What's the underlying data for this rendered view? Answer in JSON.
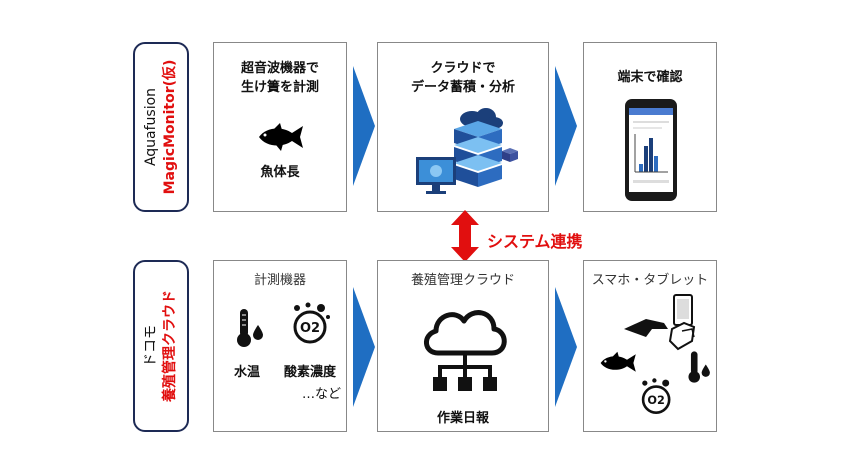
{
  "labels": {
    "aquafusion": {
      "line1": "Aquafusion",
      "line2": "MagicMonitor(仮)"
    },
    "docomo": {
      "line1": "ドコモ",
      "line2": "養殖管理クラウド"
    }
  },
  "top_row": {
    "box1": {
      "title_line1": "超音波機器で",
      "title_line2": "生け簀を計測",
      "caption": "魚体長"
    },
    "box2": {
      "title_line1": "クラウドで",
      "title_line2": "データ蓄積・分析"
    },
    "box3": {
      "title": "端末で確認"
    }
  },
  "link": {
    "label": "システム連携"
  },
  "bottom_row": {
    "box1": {
      "title": "計測機器",
      "item1": "水温",
      "item2": "酸素濃度",
      "item3": "…など",
      "o2_text": "O2"
    },
    "box2": {
      "title": "養殖管理クラウド",
      "caption": "作業日報"
    },
    "box3": {
      "title": "スマホ・タブレット",
      "o2_text": "O2"
    }
  },
  "colors": {
    "arrow_blue": "#1f6ec2",
    "link_red": "#e10f0f",
    "label_border": "#1d2a55",
    "box_border": "#888888"
  }
}
